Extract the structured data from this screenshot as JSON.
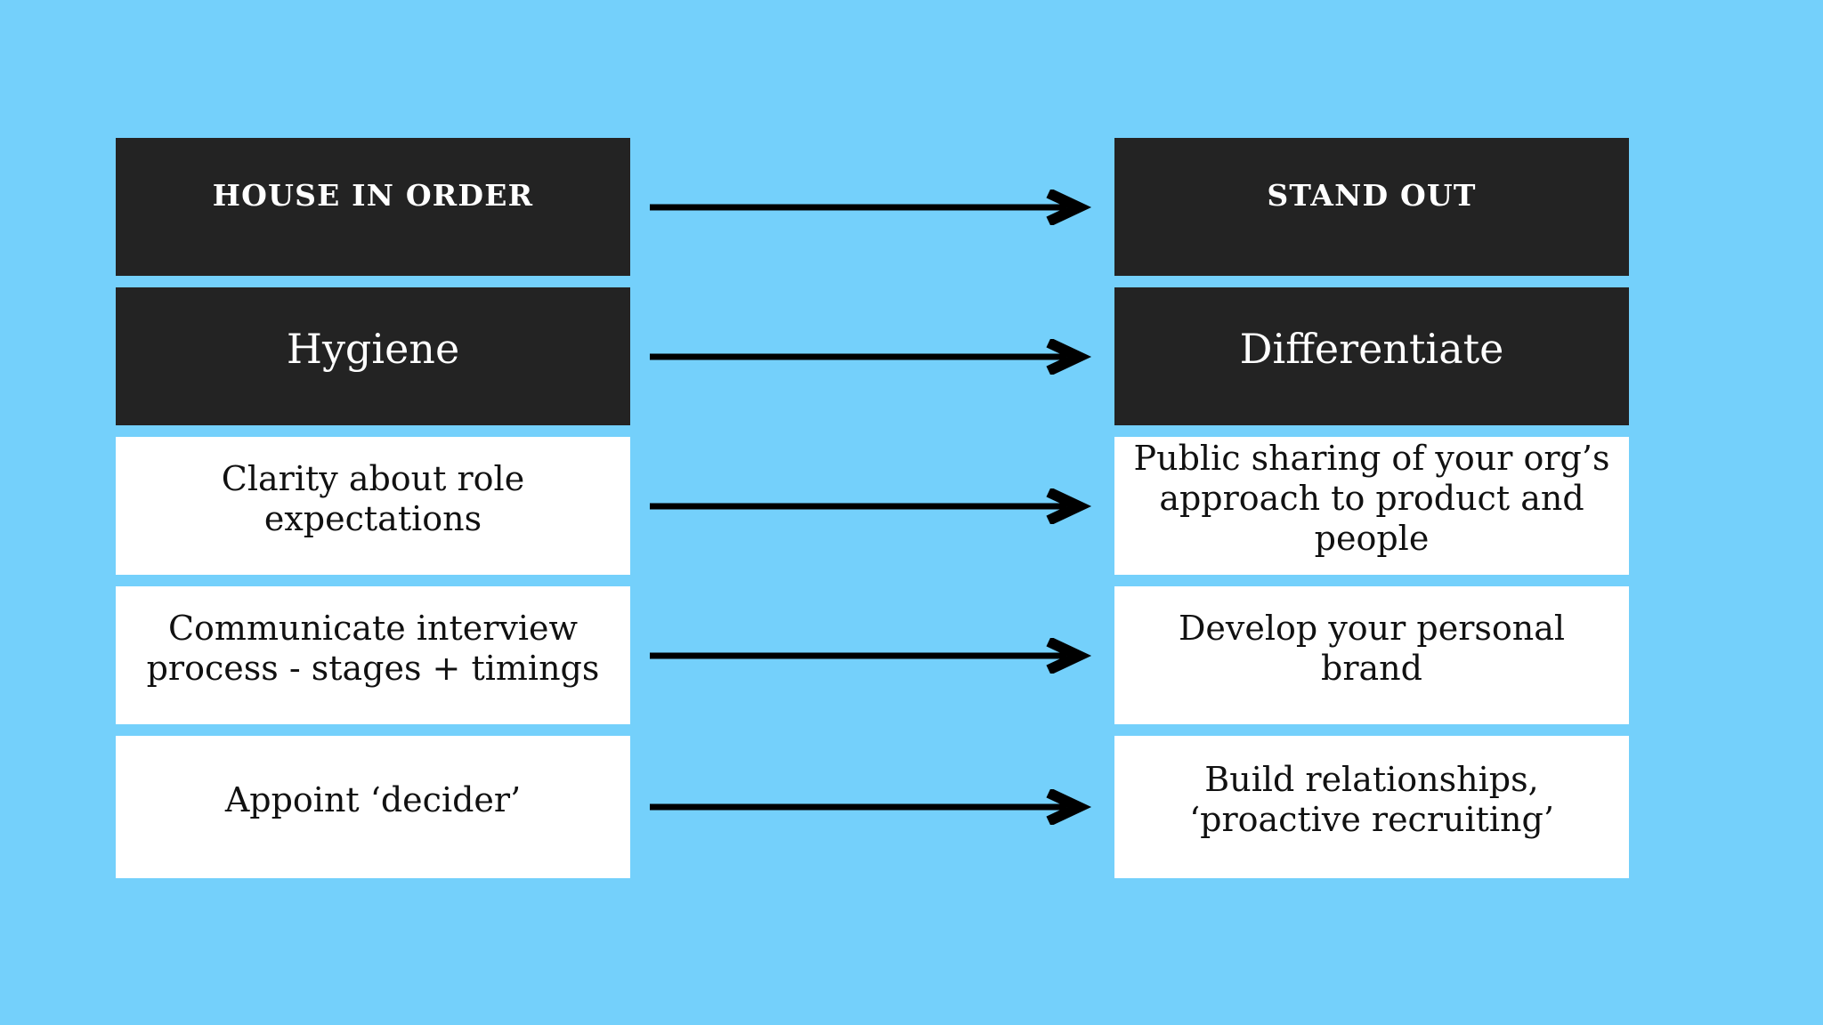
{
  "canvas": {
    "background_color": "#74d0fb",
    "box_dark_color": "#232323",
    "box_light_color": "#ffffff",
    "arrow_color": "#000000"
  },
  "columns": {
    "left_header": "HOUSE IN ORDER",
    "right_header": "STAND OUT"
  },
  "rows": [
    {
      "type": "header",
      "left": "HOUSE IN ORDER",
      "right": "STAND OUT",
      "arrow": "arrow-right"
    },
    {
      "type": "subheader",
      "left": "Hygiene",
      "right": "Differentiate",
      "arrow": "arrow-right"
    },
    {
      "type": "item",
      "left": "Clarity about role expectations",
      "right": "Public sharing of your org’s approach to product and people",
      "arrow": "arrow-right"
    },
    {
      "type": "item",
      "left": "Communicate interview process - stages + timings",
      "right": "Develop your personal brand",
      "arrow": "arrow-right"
    },
    {
      "type": "item",
      "left": "Appoint ‘decider’",
      "right": "Build relationships, ‘proactive recruiting’",
      "arrow": "arrow-right"
    }
  ]
}
